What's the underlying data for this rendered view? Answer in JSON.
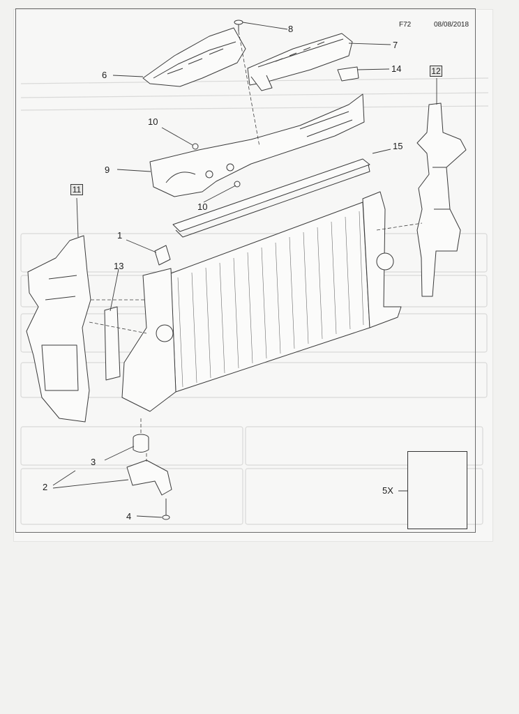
{
  "header": {
    "code": "F72",
    "date": "08/08/2018"
  },
  "labels": {
    "l1": "1",
    "l2": "2",
    "l3": "3",
    "l4": "4",
    "l6": "6",
    "l7": "7",
    "l8": "8",
    "l9": "9",
    "l10a": "10",
    "l10b": "10",
    "l13": "13",
    "l14": "14",
    "l15": "15"
  },
  "boxed_labels": {
    "b11": "11",
    "b12": "12"
  },
  "kit": {
    "qty": "5X"
  },
  "colors": {
    "line": "#3a3a3a",
    "ghost_text": "#c9c9c9",
    "paper": "#f7f7f6"
  }
}
